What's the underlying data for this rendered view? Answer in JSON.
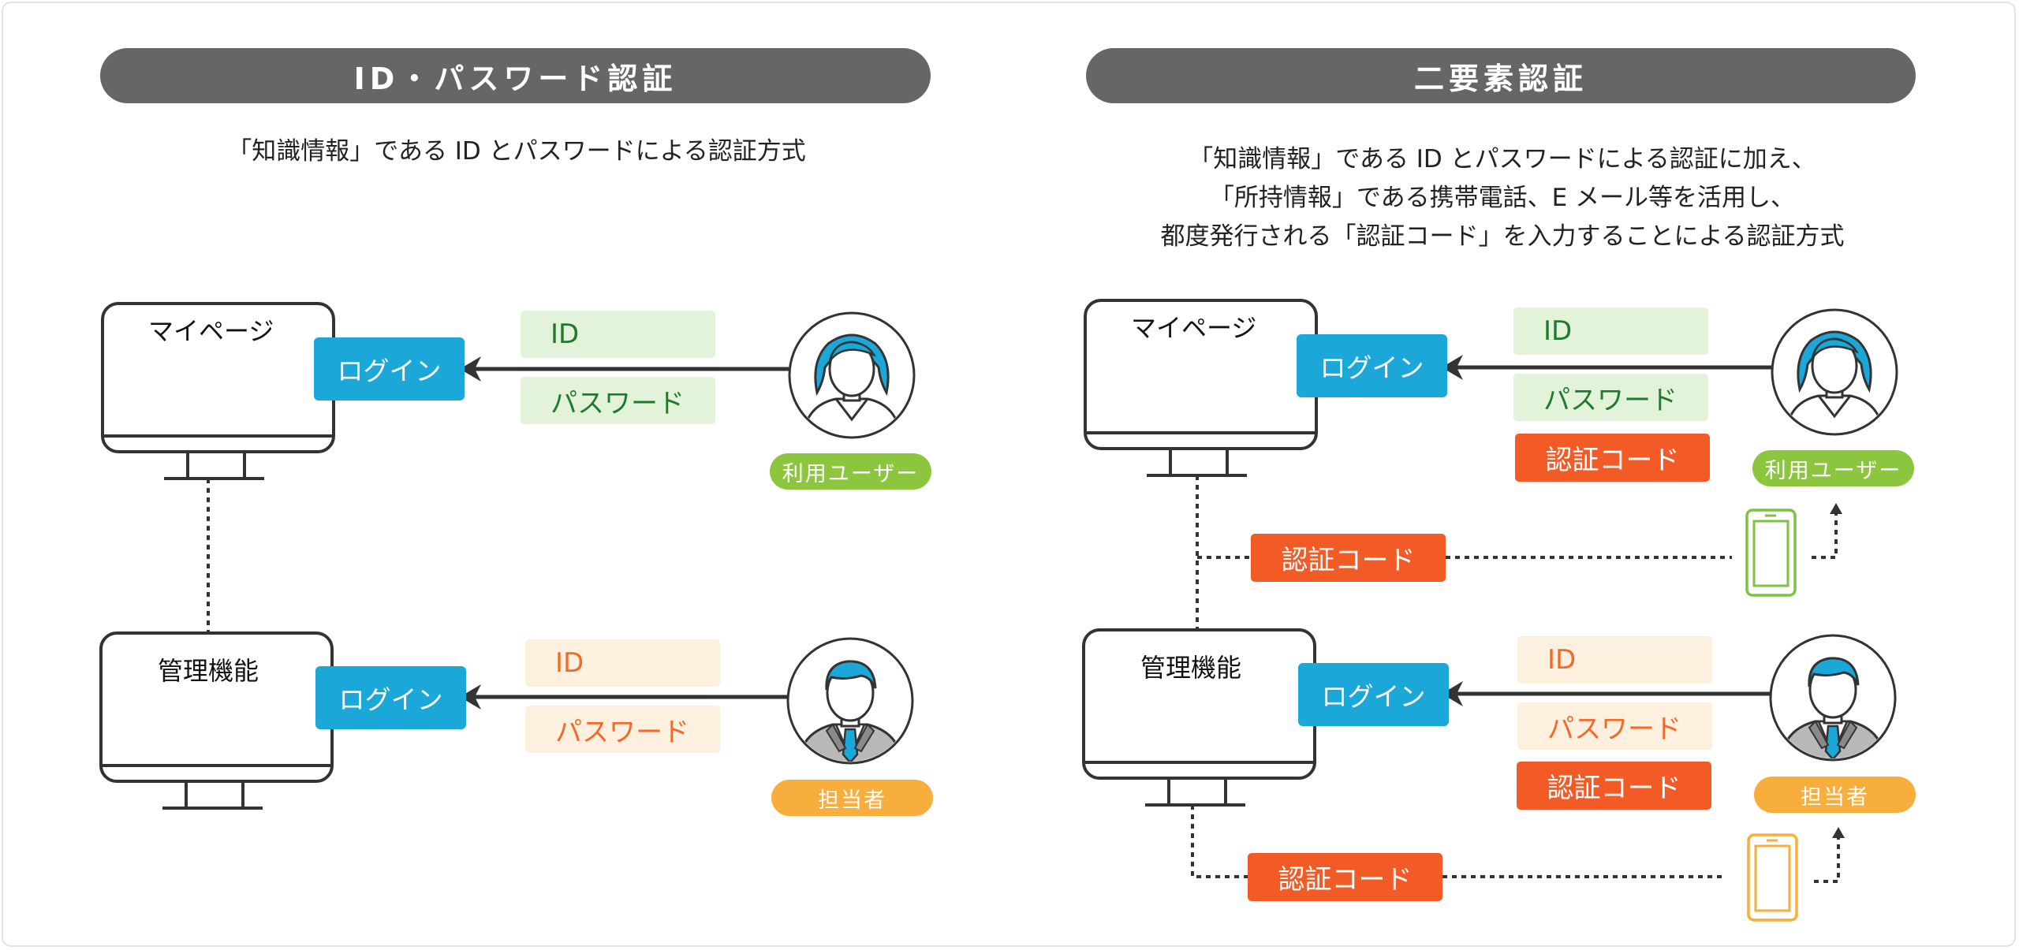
{
  "left": {
    "title": "ID・パスワード認証",
    "description": "「知識情報」である ID とパスワードによる認証方式",
    "user_flow": {
      "screen_label": "マイページ",
      "login_label": "ログイン",
      "fields": [
        "ID",
        "パスワード"
      ],
      "role": "利用ユーザー"
    },
    "admin_flow": {
      "screen_label": "管理機能",
      "login_label": "ログイン",
      "fields": [
        "ID",
        "パスワード"
      ],
      "role": "担当者"
    }
  },
  "right": {
    "title": "二要素認証",
    "description_lines": [
      "「知識情報」である ID とパスワードによる認証に加え、",
      "「所持情報」である携帯電話、E メール等を活用し、",
      "都度発行される「認証コード」を入力することによる認証方式"
    ],
    "user_flow": {
      "screen_label": "マイページ",
      "login_label": "ログイン",
      "fields": [
        "ID",
        "パスワード",
        "認証コード"
      ],
      "role": "利用ユーザー",
      "sent_code": "認証コード"
    },
    "admin_flow": {
      "screen_label": "管理機能",
      "login_label": "ログイン",
      "fields": [
        "ID",
        "パスワード",
        "認証コード"
      ],
      "role": "担当者",
      "sent_code": "認証コード"
    }
  },
  "colors": {
    "title_pill": "#666666",
    "login": "#1ba8d8",
    "user_field_bg": "#e3f3d9",
    "user_field_text": "#1f7a2e",
    "admin_field_bg": "#fdf0de",
    "admin_field_text": "#f2692a",
    "auth_code": "#f25a26",
    "user_role": "#8cc63f",
    "admin_role": "#f7ae3c",
    "phone_user": "#7dc243",
    "phone_admin": "#f7ae3c",
    "hair": "#1ba8d8"
  },
  "icons": {
    "monitor": "monitor-icon",
    "user_avatar": "woman-avatar-icon",
    "admin_avatar": "businessman-avatar-icon",
    "phone": "smartphone-icon",
    "arrow": "arrow-left-icon"
  }
}
